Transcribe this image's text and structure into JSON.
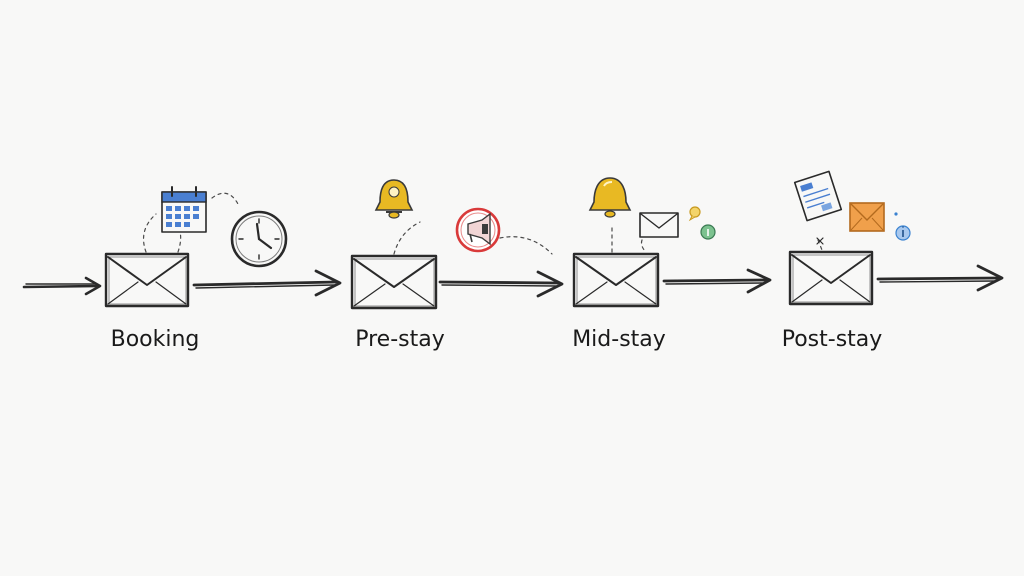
{
  "stages": [
    {
      "id": "booking",
      "label": "Booking"
    },
    {
      "id": "pre-stay",
      "label": "Pre-stay"
    },
    {
      "id": "mid-stay",
      "label": "Mid-stay"
    },
    {
      "id": "post-stay",
      "label": "Post-stay"
    }
  ],
  "icons": {
    "booking": [
      "calendar-icon",
      "clock-icon"
    ],
    "pre-stay": [
      "bell-icon",
      "megaphone-icon"
    ],
    "mid-stay": [
      "bell-icon",
      "envelope-icon",
      "chat-bubble-icon",
      "info-icon"
    ],
    "post-stay": [
      "document-icon",
      "envelope-icon",
      "info-icon"
    ]
  },
  "colors": {
    "ink": "#2a2a2a",
    "calendar": "#4a7fd1",
    "bell": "#e8b923",
    "megaphone": "#d93a3a",
    "envelope_orange": "#f0a04b",
    "info_blue": "#3a82d0",
    "info_green": "#4aa86a"
  }
}
